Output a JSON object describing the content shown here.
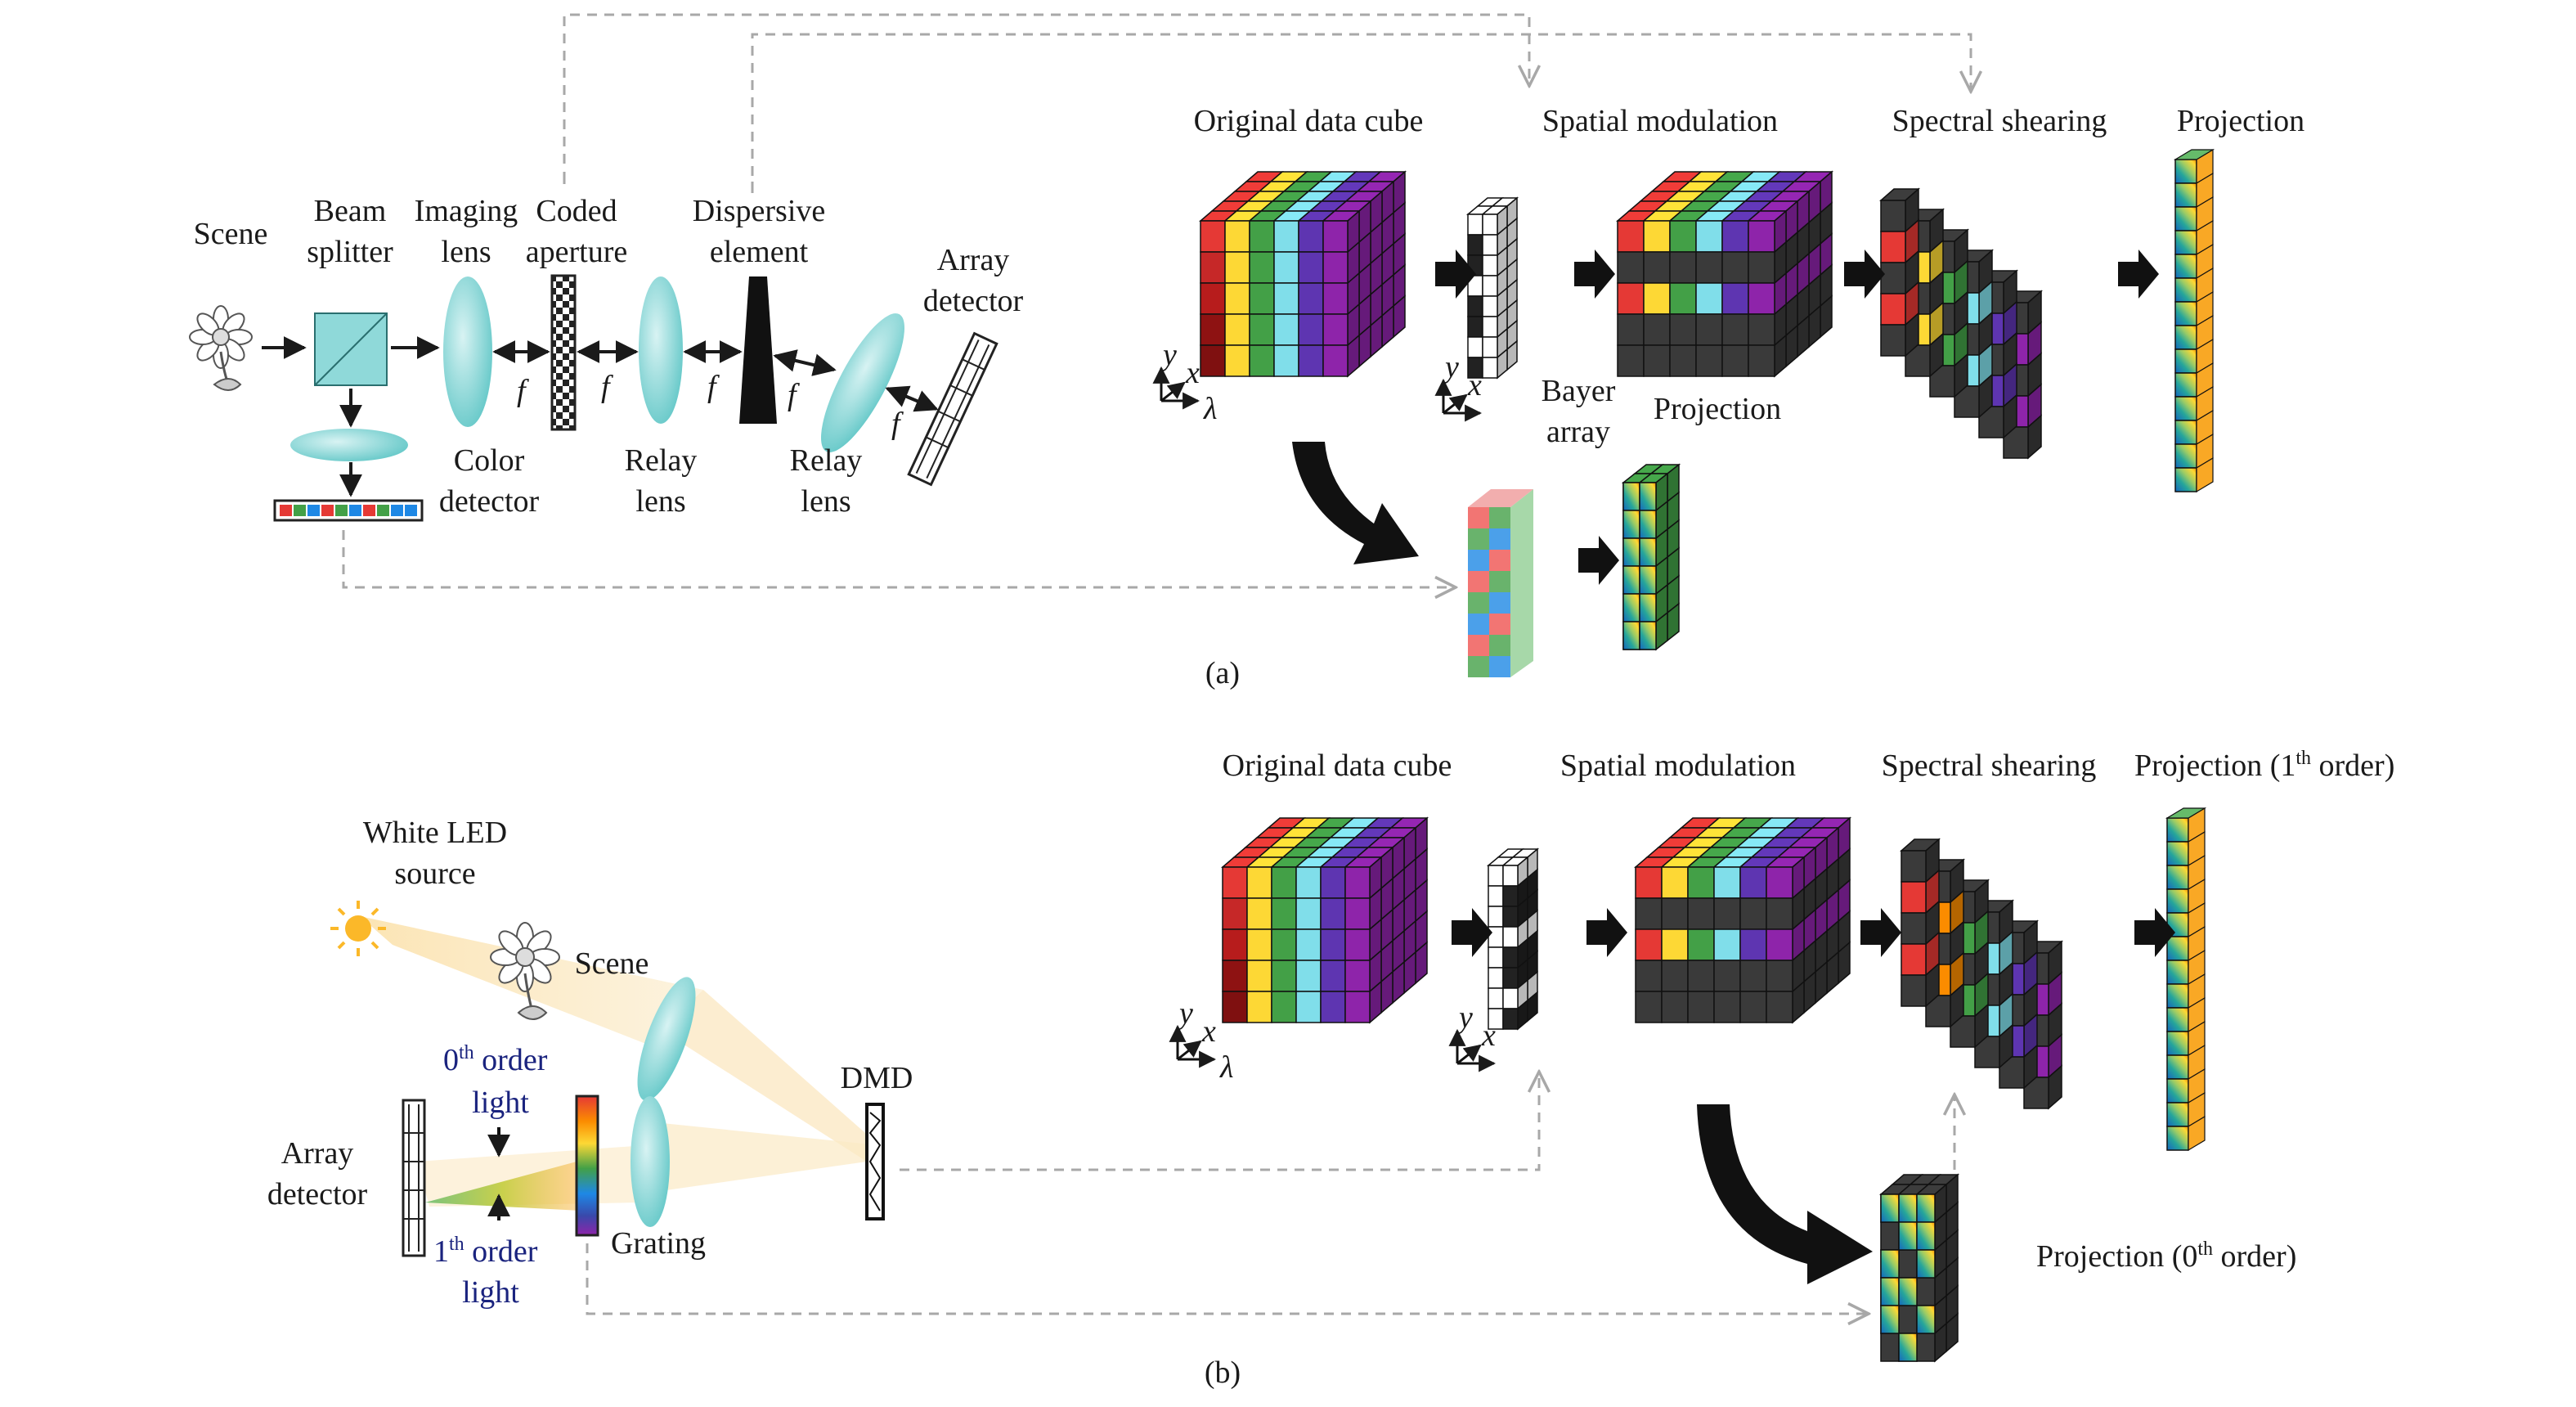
{
  "panel_a": {
    "caption": "(a)",
    "setup": {
      "scene": "Scene",
      "beam_splitter": [
        "Beam",
        "splitter"
      ],
      "imaging_lens": [
        "Imaging",
        "lens"
      ],
      "coded_aperture": [
        "Coded",
        "aperture"
      ],
      "dispersive_element": [
        "Dispersive",
        "element"
      ],
      "array_detector": [
        "Array",
        "detector"
      ],
      "color_detector": [
        "Color",
        "detector"
      ],
      "relay_lens_1": [
        "Relay",
        "lens"
      ],
      "relay_lens_2": [
        "Relay",
        "lens"
      ],
      "focal": "f"
    },
    "pipeline": {
      "original": "Original data cube",
      "spatial": "Spatial modulation",
      "shearing": "Spectral shearing",
      "projection_top": "Projection",
      "projection_mid": "Projection",
      "bayer": [
        "Bayer",
        "array"
      ],
      "axis_y": "y",
      "axis_x": "x",
      "axis_l": "λ"
    }
  },
  "panel_b": {
    "caption": "(b)",
    "setup": {
      "led": [
        "White LED",
        "source"
      ],
      "scene": "Scene",
      "zero_order": [
        "0",
        "th",
        " order",
        "light"
      ],
      "first_order": [
        "1",
        "th",
        " order",
        "light"
      ],
      "array_detector": [
        "Array",
        "detector"
      ],
      "grating": "Grating",
      "dmd": "DMD"
    },
    "pipeline": {
      "original": "Original data cube",
      "spatial": "Spatial modulation",
      "shearing": "Spectral shearing",
      "projection_first": [
        "Projection (1",
        "th",
        " order)"
      ],
      "projection_zero": [
        "Projection (0",
        "th",
        " order)"
      ],
      "axis_y": "y",
      "axis_x": "x",
      "axis_l": "λ"
    }
  },
  "colors": {
    "spectrum": [
      "#e53935",
      "#fb8c00",
      "#fdd835",
      "#43a047",
      "#1e88e5",
      "#5e35b1",
      "#8e24aa"
    ],
    "optic": "#7fd3d3",
    "dashed": "#a8a8a8",
    "dark_cell": "#3a3a3a",
    "label_blue": "#1a237e"
  }
}
